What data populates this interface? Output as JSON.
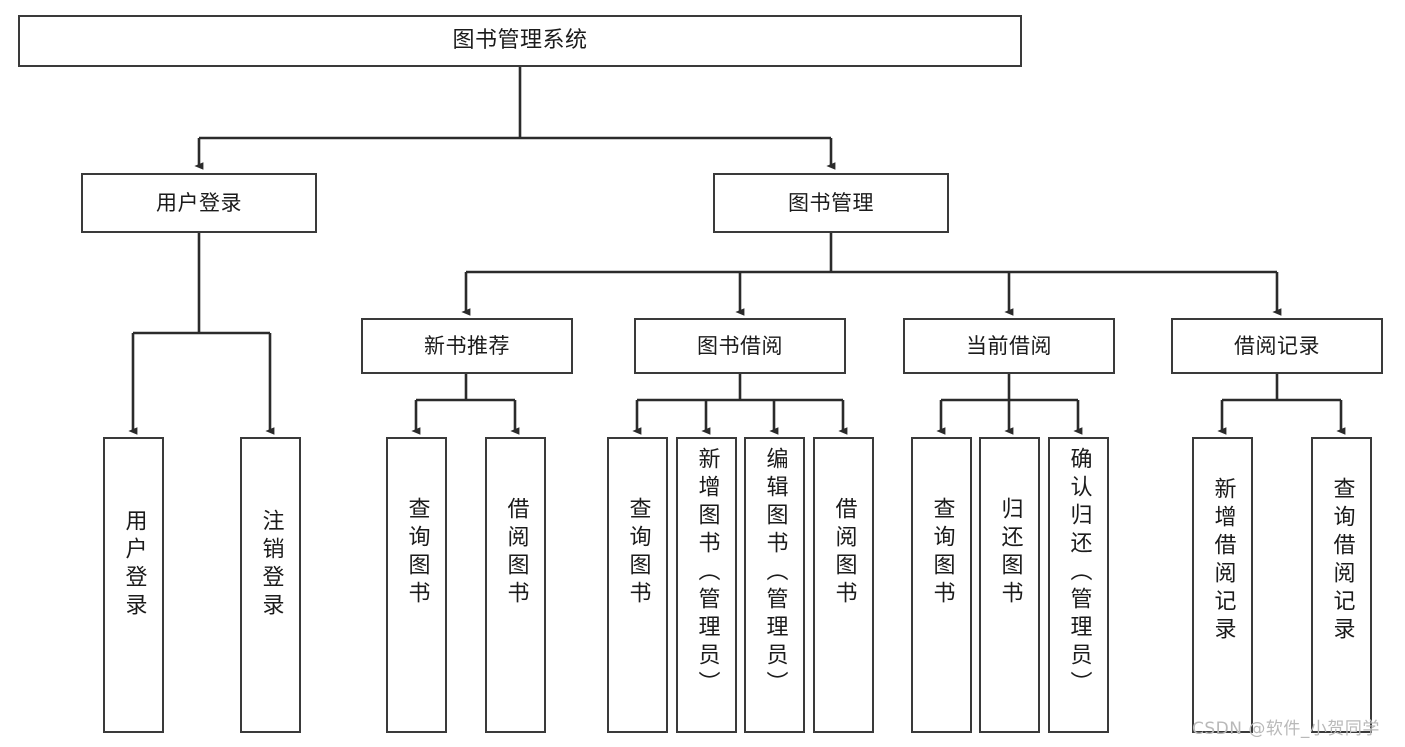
{
  "diagram": {
    "type": "tree-hierarchy-chart",
    "title": "图书管理系统",
    "orientation": "top-down",
    "colors": {
      "background": "#ffffff",
      "node_border": "#3a3a3a",
      "node_fill": "#ffffff",
      "edge": "#2b2b2b",
      "text": "#1b1b1b",
      "watermark": "#b9b9b9"
    },
    "root": {
      "label": "图书管理系统"
    },
    "tier1": [
      {
        "label": "用户登录"
      },
      {
        "label": "图书管理"
      }
    ],
    "tier2": [
      {
        "label": "新书推荐"
      },
      {
        "label": "图书借阅"
      },
      {
        "label": "当前借阅"
      },
      {
        "label": "借阅记录"
      }
    ],
    "leaves": {
      "user_login": [
        {
          "label": "用户登录"
        },
        {
          "label": "注销登录"
        }
      ],
      "new_book_recommend": [
        {
          "label": "查询图书"
        },
        {
          "label": "借阅图书"
        }
      ],
      "book_borrow": [
        {
          "label": "查询图书"
        },
        {
          "label": "新增图书（管理员）"
        },
        {
          "label": "编辑图书（管理员）"
        },
        {
          "label": "借阅图书"
        }
      ],
      "current_borrow": [
        {
          "label": "查询图书"
        },
        {
          "label": "归还图书"
        },
        {
          "label": "确认归还（管理员）"
        }
      ],
      "borrow_record": [
        {
          "label": "新增借阅记录"
        },
        {
          "label": "查询借阅记录"
        }
      ]
    },
    "watermark": "CSDN @软件_小贺同学"
  }
}
